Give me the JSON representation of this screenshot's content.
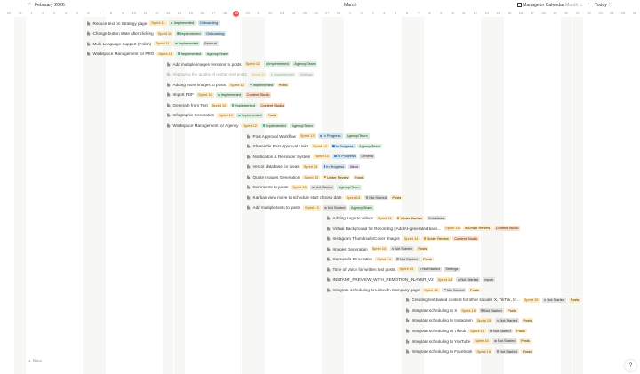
{
  "header": {
    "month_left": "February 2026",
    "month_right": "March",
    "manage_label": "Manage in Calendar",
    "view_select": "Month",
    "today_label": "Today",
    "new_label": "New",
    "help_label": "?"
  },
  "days": [
    "20",
    "21",
    "1",
    "2",
    "3",
    "4",
    "5",
    "6",
    "7",
    "8",
    "9",
    "10",
    "11",
    "12",
    "13",
    "14",
    "15",
    "16",
    "17",
    "18",
    "19",
    "20",
    "21",
    "22",
    "23",
    "24",
    "25",
    "26",
    "27",
    "28",
    "1",
    "2",
    "3",
    "4",
    "5",
    "6",
    "7",
    "8",
    "9",
    "10",
    "11",
    "12",
    "13",
    "14",
    "15",
    "16",
    "17",
    "18",
    "19",
    "20",
    "21",
    "22",
    "23",
    "24",
    "25",
    "26"
  ],
  "today_day": "19",
  "colors": {
    "today": "#eb5757",
    "weekend_shade": "#f7f7f5"
  },
  "tasks": [
    {
      "title": "Reduce text on Strategy page",
      "sprint": "Sprint 11",
      "status": "Implemented",
      "status_key": "implemented",
      "category": "Onboarding",
      "cat_key": "onboarding"
    },
    {
      "title": "Change button state after clicking",
      "sprint": "Sprint 11",
      "status": "Implemented",
      "status_key": "implemented",
      "category": "Onboarding",
      "cat_key": "onboarding"
    },
    {
      "title": "Multi-Language Support (Polish)",
      "sprint": "Sprint 11",
      "status": "Implemented",
      "status_key": "implemented",
      "category": "General",
      "cat_key": "general"
    },
    {
      "title": "Workspace Management for PRO",
      "sprint": "Sprint 11",
      "status": "Implemented",
      "status_key": "implemented",
      "category": "Agency/Team",
      "cat_key": "agency"
    },
    {
      "title": "Add multiple images versions to posts",
      "sprint": "Sprint 12",
      "status": "Implemented",
      "status_key": "implemented",
      "category": "Agency/Team",
      "cat_key": "agency"
    },
    {
      "title": "Improving the quality of written text posts",
      "sprint": "Sprint 12",
      "status": "Implemented",
      "status_key": "implemented",
      "category": "Settings",
      "cat_key": "settings",
      "dim": true
    },
    {
      "title": "Adding more images to posts",
      "sprint": "Sprint 12",
      "status": "Implemented",
      "status_key": "implemented",
      "category": "Posts",
      "cat_key": "posts"
    },
    {
      "title": "Import PDF",
      "sprint": "Sprint 12",
      "status": "Implemented",
      "status_key": "implemented",
      "category": "Content Studio",
      "cat_key": "content"
    },
    {
      "title": "Generate from Text",
      "sprint": "Sprint 12",
      "status": "Implemented",
      "status_key": "implemented",
      "category": "Content Studio",
      "cat_key": "content"
    },
    {
      "title": "Infographic Generation",
      "sprint": "Sprint 12",
      "status": "Implemented",
      "status_key": "implemented",
      "category": "Posts",
      "cat_key": "posts"
    },
    {
      "title": "Workspace Management for Agency",
      "sprint": "Sprint 12",
      "status": "Implemented",
      "status_key": "implemented",
      "category": "Agency/Team",
      "cat_key": "agency"
    },
    {
      "title": "Post Approval Workflow",
      "sprint": "Sprint 13",
      "status": "In Progress",
      "status_key": "inprogress",
      "category": "Agency/Team",
      "cat_key": "agency"
    },
    {
      "title": "Shareable Post Approval Links",
      "sprint": "Sprint 13",
      "status": "In Progress",
      "status_key": "inprogress",
      "category": "Agency/Team",
      "cat_key": "agency"
    },
    {
      "title": "Notification & Reminder System",
      "sprint": "Sprint 13",
      "status": "In Progress",
      "status_key": "inprogress",
      "category": "General",
      "cat_key": "general"
    },
    {
      "title": "Vector database for ideas",
      "sprint": "Sprint 13",
      "status": "In Progress",
      "status_key": "inprogress",
      "category": "Ideas",
      "cat_key": "ideas"
    },
    {
      "title": "Quote Images Generation",
      "sprint": "Sprint 13",
      "status": "Under Review",
      "status_key": "underreview",
      "category": "Posts",
      "cat_key": "posts"
    },
    {
      "title": "Comments to posts",
      "sprint": "Sprint 13",
      "status": "Not Started",
      "status_key": "notstarted",
      "category": "Agency/Team",
      "cat_key": "agency"
    },
    {
      "title": "Kanban view move to schedule start choose date",
      "sprint": "Sprint 13",
      "status": "Not Started",
      "status_key": "notstarted",
      "category": "Posts",
      "cat_key": "posts"
    },
    {
      "title": "Add multiple texts to posts",
      "sprint": "Sprint 13",
      "status": "Not Started",
      "status_key": "notstarted",
      "category": "Agency/Team",
      "cat_key": "agency"
    },
    {
      "title": "Adding Logo to videos",
      "sprint": "Sprint 14",
      "status": "Under Review",
      "status_key": "underreview",
      "category": "Guidelines",
      "cat_key": "guidelines"
    },
    {
      "title": "Virtual Background for Recording | Add AI-generated back...",
      "sprint": "Sprint 14",
      "status": "Under Review",
      "status_key": "underreview",
      "category": "Content Studio",
      "cat_key": "content"
    },
    {
      "title": "Instagram Thumbnails/Cover Images",
      "sprint": "Sprint 14",
      "status": "Under Review",
      "status_key": "underreview",
      "category": "Content Studio",
      "cat_key": "content"
    },
    {
      "title": "Images Generation",
      "sprint": "Sprint 14",
      "status": "Not Started",
      "status_key": "notstarted",
      "category": "Posts",
      "cat_key": "posts"
    },
    {
      "title": "Carousels Generation",
      "sprint": "Sprint 14",
      "status": "Not Started",
      "status_key": "notstarted",
      "category": "Posts",
      "cat_key": "posts"
    },
    {
      "title": "Tone of Voice for written text posts",
      "sprint": "Sprint 14",
      "status": "Not Started",
      "status_key": "notstarted",
      "category": "Settings",
      "cat_key": "settings"
    },
    {
      "title": "INSTANT_PREVIEW_WITH_REMOTION_PLAYER_V2",
      "sprint": "Sprint 14",
      "status": "Not Started",
      "status_key": "notstarted",
      "category": "Inputs",
      "cat_key": "inputs"
    },
    {
      "title": "Integrate scheduling to LinkedIn Company page",
      "sprint": "Sprint 14",
      "status": "Not Started",
      "status_key": "notstarted",
      "category": "Posts",
      "cat_key": "posts"
    },
    {
      "title": "Creating text based content for other socials: X, TikTok, In...",
      "sprint": "Sprint 15",
      "status": "Not Started",
      "status_key": "notstarted",
      "category": "Posts",
      "cat_key": "posts"
    },
    {
      "title": "Integrate scheduling to X",
      "sprint": "Sprint 15",
      "status": "Not Started",
      "status_key": "notstarted",
      "category": "Posts",
      "cat_key": "posts"
    },
    {
      "title": "Integrate scheduling to Instagram",
      "sprint": "Sprint 15",
      "status": "Not Started",
      "status_key": "notstarted",
      "category": "Posts",
      "cat_key": "posts"
    },
    {
      "title": "Integrate scheduling to TikTok",
      "sprint": "Sprint 15",
      "status": "Not Started",
      "status_key": "notstarted",
      "category": "Posts",
      "cat_key": "posts"
    },
    {
      "title": "Integrate scheduling to YouTube",
      "sprint": "Sprint 15",
      "status": "Not Started",
      "status_key": "notstarted",
      "category": "Posts",
      "cat_key": "posts"
    },
    {
      "title": "Integrate scheduling to Facebook",
      "sprint": "Sprint 15",
      "status": "Not Started",
      "status_key": "notstarted",
      "category": "Posts",
      "cat_key": "posts"
    }
  ]
}
